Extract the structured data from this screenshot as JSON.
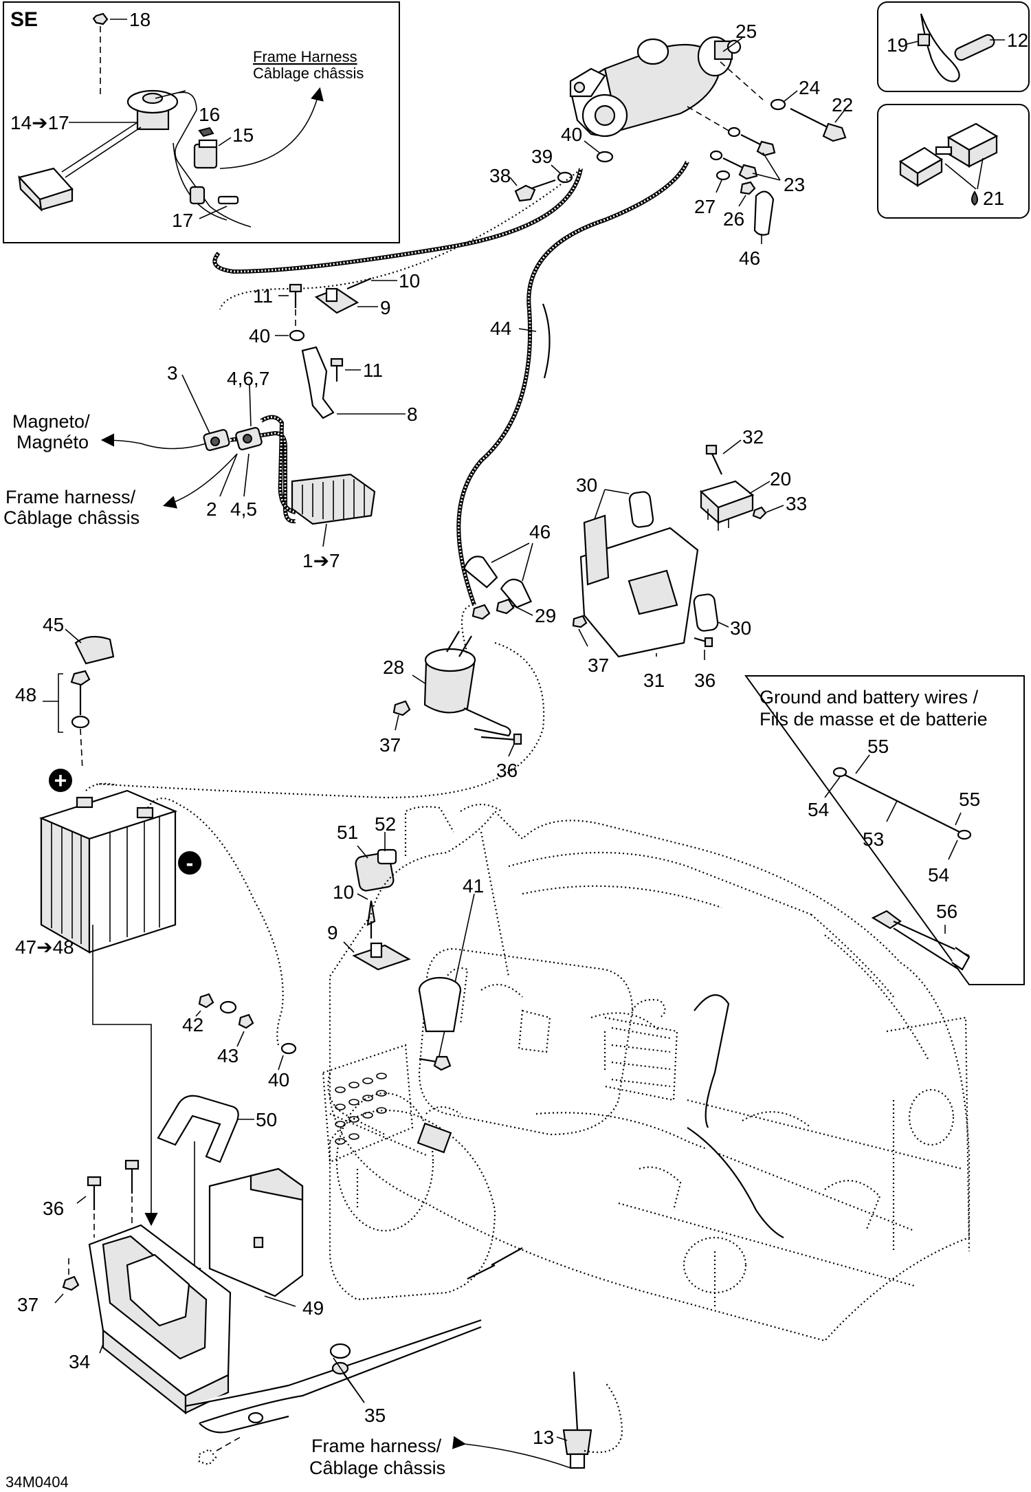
{
  "figure_code": "34M0404",
  "inset_se": {
    "title": "SE",
    "frame_harness_en": "Frame Harness",
    "frame_harness_fr": "Câblage châssis",
    "callouts": [
      "18",
      "14➔17",
      "16",
      "15",
      "17"
    ]
  },
  "inset_ties": {
    "callouts": [
      "19",
      "12"
    ]
  },
  "inset_connector": {
    "callouts": [
      "21"
    ]
  },
  "magneto": {
    "en": "Magneto/",
    "fr": "Magnéto"
  },
  "frame_harness_left": {
    "en": "Frame harness/",
    "fr": "Câblage châssis"
  },
  "frame_harness_bottom": {
    "en": "Frame harness/",
    "fr": "Câblage châssis"
  },
  "ground_box": {
    "title_en": "Ground and battery wires /",
    "title_fr": "Fils de masse et de batterie",
    "callouts": [
      "55",
      "54",
      "55",
      "53",
      "54",
      "56"
    ]
  },
  "battery_symbols": {
    "plus": "+",
    "minus": "-"
  },
  "callouts": {
    "c25": "25",
    "c24": "24",
    "c22": "22",
    "c40a": "40",
    "c39": "39",
    "c38": "38",
    "c23": "23",
    "c27": "27",
    "c26": "26",
    "c46a": "46",
    "c11a": "11",
    "c10a": "10",
    "c9a": "9",
    "c40b": "40",
    "c11b": "11",
    "c8": "8",
    "c3": "3",
    "c467": "4,6,7",
    "c2": "2",
    "c45": "4,5",
    "c17r": "1➔7",
    "c44": "44",
    "c32": "32",
    "c20": "20",
    "c33": "33",
    "c30a": "30",
    "c30b": "30",
    "c37a": "37",
    "c31": "31",
    "c36a": "36",
    "c46b": "46",
    "c29": "29",
    "c28": "28",
    "c37b": "37",
    "c36b": "36",
    "c45b": "45",
    "c48": "48",
    "c4748": "47➔48",
    "c51": "51",
    "c52": "52",
    "c10b": "10",
    "c9b": "9",
    "c41": "41",
    "c42": "42",
    "c43": "43",
    "c40c": "40",
    "c50": "50",
    "c36c": "36",
    "c37c": "37",
    "c49": "49",
    "c34": "34",
    "c35": "35",
    "c13": "13"
  }
}
